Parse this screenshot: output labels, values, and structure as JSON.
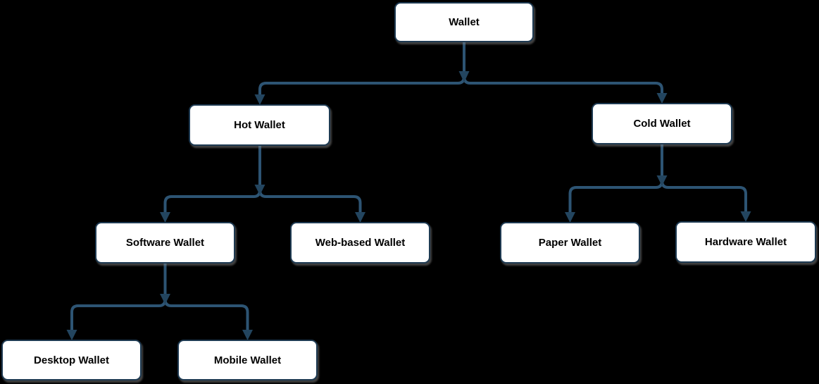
{
  "diagram": {
    "type": "flowchart-tree",
    "colors": {
      "background": "#000000",
      "node_fill": "#ffffff",
      "node_border": "#1e3a52",
      "node_shadow": "#828282",
      "connector": "#2d5473",
      "arrowhead": "#23455f",
      "text": "#000000"
    },
    "nodes": [
      {
        "id": "wallet",
        "label": "Wallet"
      },
      {
        "id": "hot-wallet",
        "label": "Hot Wallet"
      },
      {
        "id": "cold-wallet",
        "label": "Cold Wallet"
      },
      {
        "id": "software-wallet",
        "label": "Software Wallet"
      },
      {
        "id": "web-based-wallet",
        "label": "Web-based Wallet"
      },
      {
        "id": "paper-wallet",
        "label": "Paper Wallet"
      },
      {
        "id": "hardware-wallet",
        "label": "Hardware Wallet"
      },
      {
        "id": "desktop-wallet",
        "label": "Desktop Wallet"
      },
      {
        "id": "mobile-wallet",
        "label": "Mobile Wallet"
      }
    ],
    "edges": [
      {
        "from": "Wallet",
        "to": "Hot Wallet"
      },
      {
        "from": "Wallet",
        "to": "Cold Wallet"
      },
      {
        "from": "Hot Wallet",
        "to": "Software Wallet"
      },
      {
        "from": "Hot Wallet",
        "to": "Web-based Wallet"
      },
      {
        "from": "Cold Wallet",
        "to": "Paper Wallet"
      },
      {
        "from": "Cold Wallet",
        "to": "Hardware Wallet"
      },
      {
        "from": "Software Wallet",
        "to": "Desktop Wallet"
      },
      {
        "from": "Software Wallet",
        "to": "Mobile Wallet"
      }
    ]
  }
}
